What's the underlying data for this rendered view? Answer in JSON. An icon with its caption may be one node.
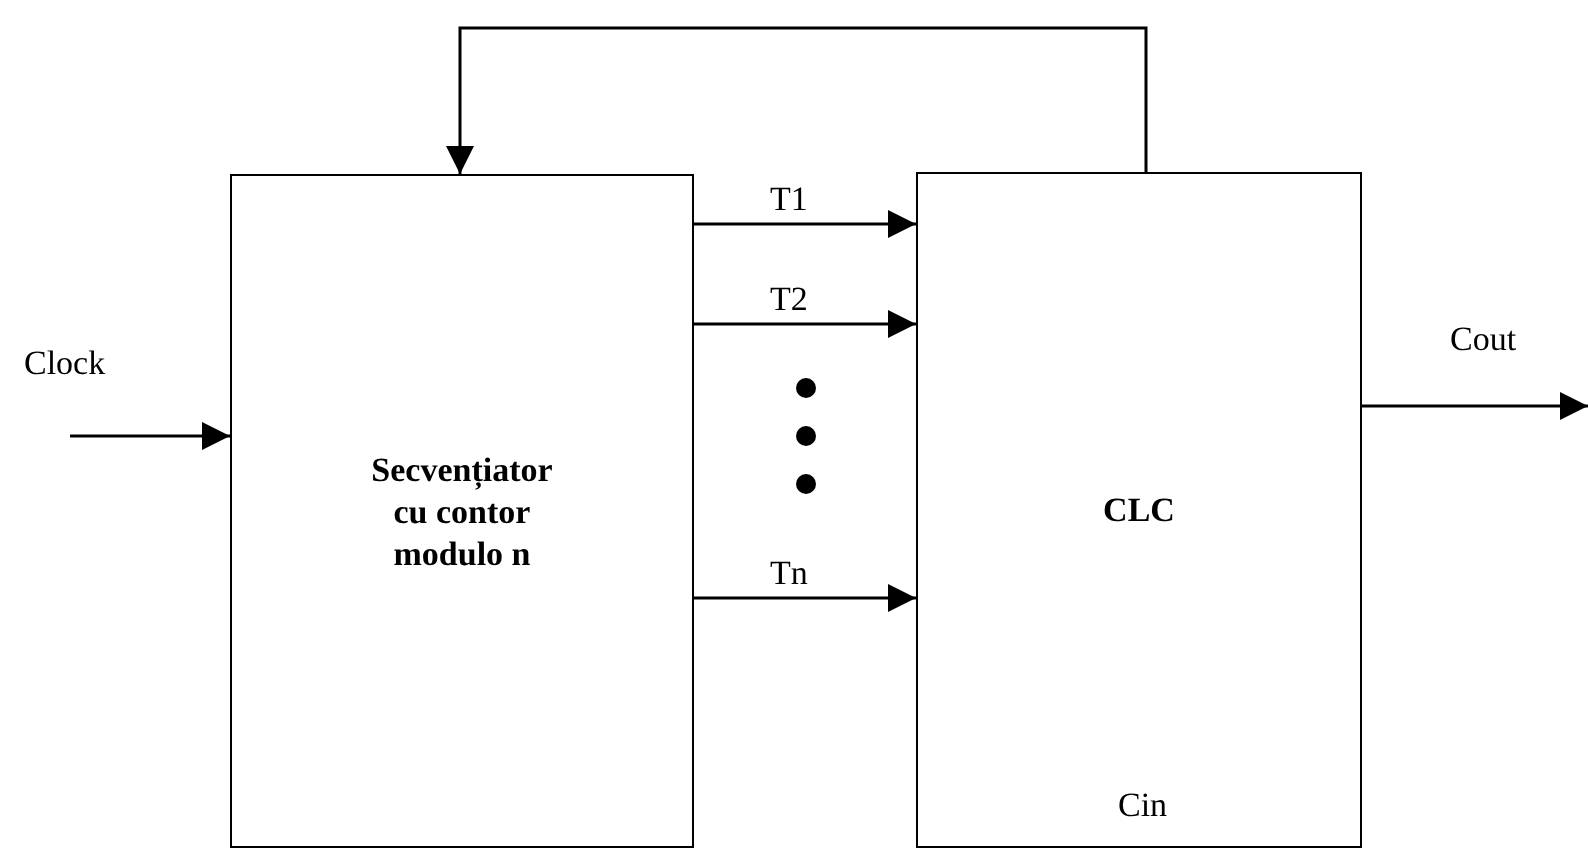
{
  "diagram": {
    "nodes": [
      {
        "text": [
          "Secvențiator cu contor modulo n"
        ]
      },
      {
        "text": [
          "CLC",
          "Cin"
        ]
      }
    ],
    "edges": [
      {
        "from": null,
        "to": 0,
        "arrow": "to",
        "label": "Clock"
      },
      {
        "from": 0,
        "to": 1,
        "arrow": "to",
        "label": "T1"
      },
      {
        "from": 0,
        "to": 1,
        "arrow": "to",
        "label": "T2"
      },
      {
        "from": 0,
        "to": 1,
        "arrow": "to",
        "label": "Tn"
      },
      {
        "from": 1,
        "to": null,
        "arrow": "to",
        "label": "Cout"
      },
      {
        "from": 1,
        "to": 0,
        "arrow": "to"
      }
    ]
  }
}
